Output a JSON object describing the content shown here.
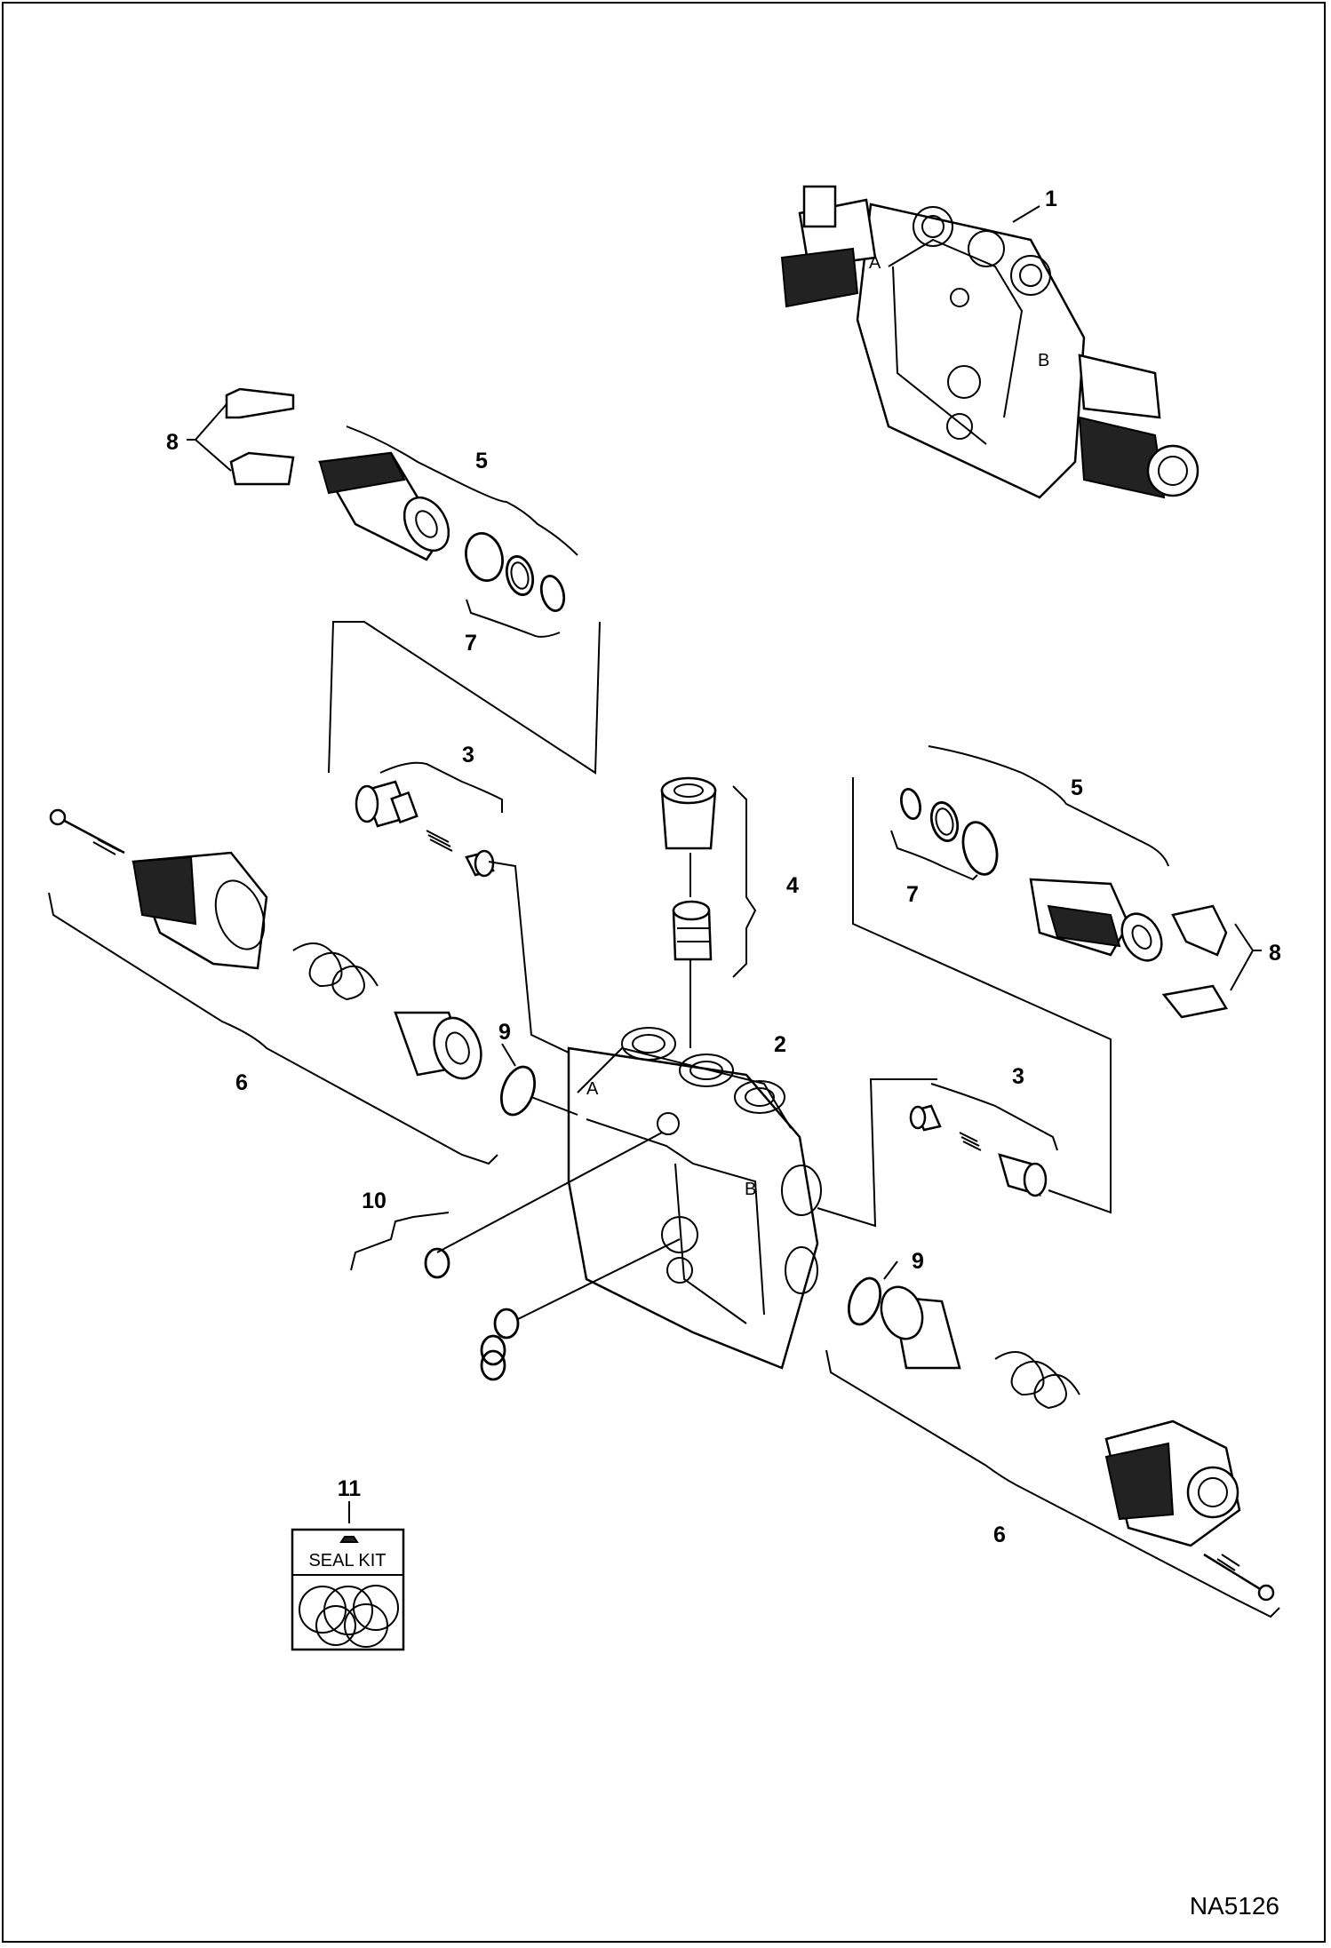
{
  "diagram": {
    "figure_id": "NA5126",
    "seal_kit_label": "SEAL KIT",
    "callouts": {
      "c1": "1",
      "c2": "2",
      "c3_left": "3",
      "c3_right": "3",
      "c4": "4",
      "c5_left": "5",
      "c5_right": "5",
      "c6_left": "6",
      "c6_right": "6",
      "c7_left": "7",
      "c7_right": "7",
      "c8_left": "8",
      "c8_right": "8",
      "c9_left": "9",
      "c9_right": "9",
      "c10": "10",
      "c11": "11"
    }
  }
}
